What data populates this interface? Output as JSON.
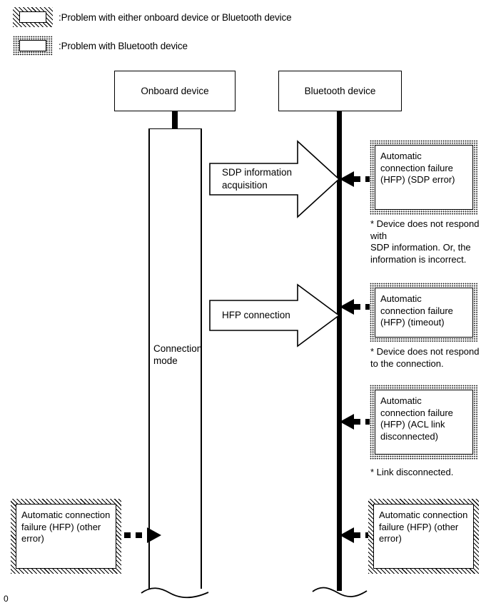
{
  "legend": {
    "items": [
      {
        "icon": "hatched-box-icon",
        "pattern": "diagonal-hatch",
        "label": ":Problem with either onboard device or Bluetooth device"
      },
      {
        "icon": "dotted-box-icon",
        "pattern": "dotted",
        "label": ":Problem with Bluetooth device"
      }
    ]
  },
  "lifelines": {
    "onboard": {
      "title": "Onboard device",
      "column_label": "Connection\nmode"
    },
    "bluetooth": {
      "title": "Bluetooth device"
    }
  },
  "messages": [
    {
      "label": "SDP information\nacquisition",
      "direction": "right"
    },
    {
      "label": "HFP connection",
      "direction": "right"
    }
  ],
  "errors": [
    {
      "text": "Automatic connection failure (HFP) (SDP error)",
      "pattern": "dotted",
      "arrow": "dashed-left",
      "note": "* Device does not respond with\nSDP information. Or, the\ninformation is incorrect."
    },
    {
      "text": "Automatic connection failure (HFP) (timeout)",
      "pattern": "dotted",
      "arrow": "dashed-left",
      "note": "* Device does not respond\nto the connection."
    },
    {
      "text": "Automatic connection failure (HFP) (ACL link disconnected)",
      "pattern": "dotted",
      "arrow": "dashed-left",
      "note": "* Link disconnected."
    },
    {
      "text": "Automatic connection failure (HFP) (other error)",
      "pattern": "hatched",
      "arrow": "dashed-left",
      "note": ""
    }
  ],
  "onboard_error": {
    "text": "Automatic connection failure (HFP) (other error)",
    "pattern": "hatched",
    "arrow": "dashed-right"
  },
  "corner_mark": "0",
  "colors": {
    "line": "#000000",
    "fill": "#ffffff"
  }
}
